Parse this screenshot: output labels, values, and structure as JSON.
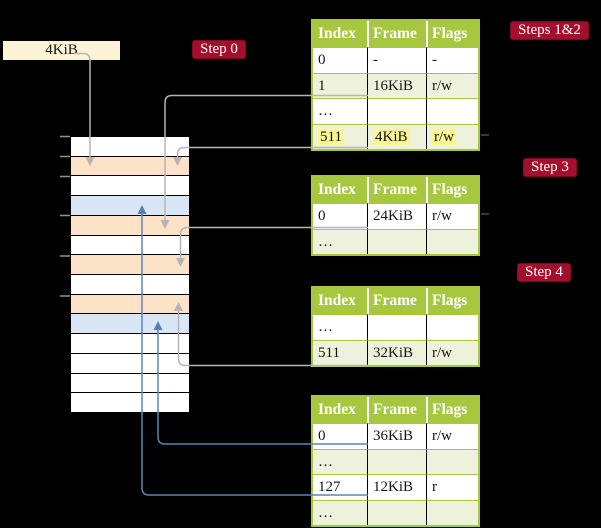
{
  "frame_box": {
    "label": "4KiB"
  },
  "badges": {
    "step0": "Step 0",
    "steps12": "Steps 1&2",
    "step3": "Step 3",
    "step4": "Step 4"
  },
  "tables": {
    "headers": [
      "Index",
      "Frame",
      "Flags"
    ],
    "l4": {
      "rows": [
        [
          "0",
          "-",
          "-"
        ],
        [
          "1",
          "16KiB",
          "r/w"
        ],
        [
          "…",
          "",
          ""
        ],
        [
          "511",
          "4KiB",
          "r/w"
        ]
      ]
    },
    "l3": {
      "rows": [
        [
          "0",
          "24KiB",
          "r/w"
        ],
        [
          "…",
          "",
          ""
        ]
      ]
    },
    "l2": {
      "rows": [
        [
          "…",
          "",
          ""
        ],
        [
          "511",
          "32KiB",
          "r/w"
        ]
      ]
    },
    "l1": {
      "rows": [
        [
          "0",
          "36KiB",
          "r/w"
        ],
        [
          "…",
          "",
          ""
        ],
        [
          "127",
          "12KiB",
          "r"
        ],
        [
          "…",
          "",
          ""
        ]
      ]
    }
  },
  "memory": {
    "rows": [
      {
        "color": "white"
      },
      {
        "color": "peach"
      },
      {
        "color": "white"
      },
      {
        "color": "blue"
      },
      {
        "color": "peach"
      },
      {
        "color": "white"
      },
      {
        "color": "peach"
      },
      {
        "color": "white"
      },
      {
        "color": "peach"
      },
      {
        "color": "blue"
      },
      {
        "color": "white"
      },
      {
        "color": "white"
      },
      {
        "color": "white"
      },
      {
        "color": "white"
      }
    ]
  },
  "colors": {
    "background": "#000000",
    "frame_box_bg": "#fcf3d4",
    "badge_bg": "#a30f2c",
    "badge_border": "#7c0a20",
    "table_header_green": "#a7c73e",
    "table_row_green": "#eef2dc",
    "highlight_yellow": "#fbf691",
    "memory_peach": "#fce3c7",
    "memory_blue": "#d9e6f6",
    "gray_arrow": "#b5b5b5",
    "blue_arrow": "#6083ba"
  }
}
